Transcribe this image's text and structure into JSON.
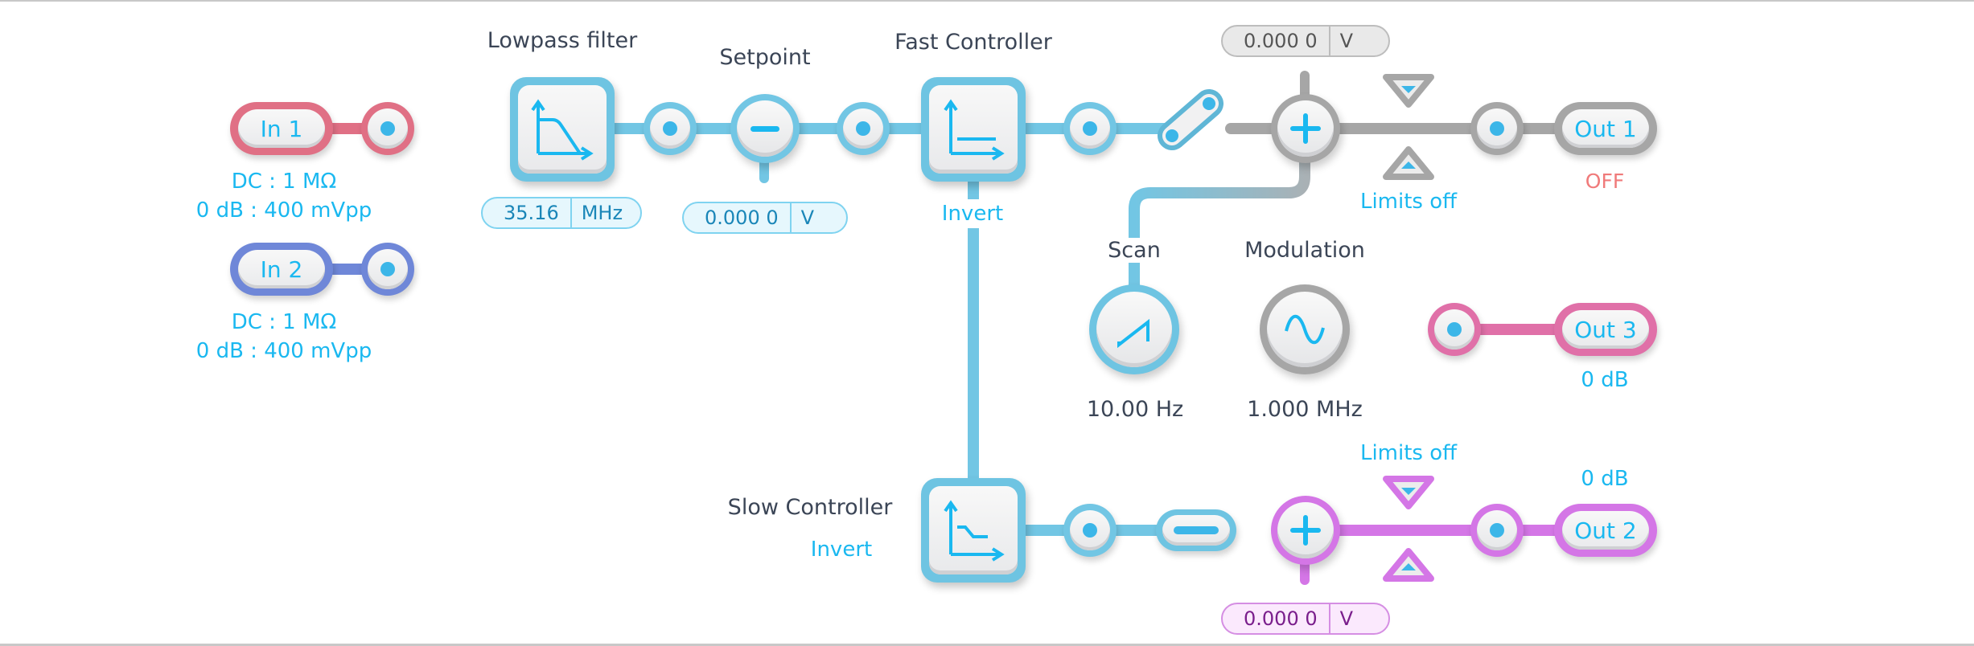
{
  "colors": {
    "accent": "#1ab8f0",
    "blue_wire": "#72c6e4",
    "grey_wire": "#a6a6a6",
    "in1": "#e07085",
    "in2": "#6f87d8",
    "out3": "#e070a8",
    "out2_path": "#d476e6",
    "off": "#f07a7a"
  },
  "inputs": [
    {
      "label": "In 1",
      "coupling": "DC : 1 MΩ",
      "range": "0 dB : 400 mVpp"
    },
    {
      "label": "In 2",
      "coupling": "DC : 1 MΩ",
      "range": "0 dB : 400 mVpp"
    }
  ],
  "lowpass": {
    "title": "Lowpass filter",
    "value": "35.16",
    "unit": "MHz",
    "icon": "lowpass-icon"
  },
  "setpoint": {
    "title": "Setpoint",
    "value": "0.000 0",
    "unit": "V",
    "icon": "minus-icon"
  },
  "fast_controller": {
    "title": "Fast Controller",
    "invert_label": "Invert",
    "icon": "controller-icon"
  },
  "slow_controller": {
    "title": "Slow Controller",
    "invert_label": "Invert",
    "icon": "slow-controller-icon"
  },
  "switch": {
    "icon": "switch-icon",
    "state": "open"
  },
  "out1_path": {
    "offset_value": "0.000 0",
    "offset_unit": "V",
    "limits_label": "Limits off",
    "output_label": "Out 1",
    "status": "OFF"
  },
  "scan": {
    "title": "Scan",
    "frequency": "10.00 Hz",
    "icon": "sawtooth-icon"
  },
  "modulation": {
    "title": "Modulation",
    "frequency": "1.000 MHz",
    "icon": "sine-icon"
  },
  "out3": {
    "label": "Out 3",
    "gain": "0 dB"
  },
  "out2_path": {
    "offset_value": "0.000 0",
    "offset_unit": "V",
    "limits_label": "Limits off",
    "output_label": "Out 2",
    "gain": "0 dB"
  }
}
